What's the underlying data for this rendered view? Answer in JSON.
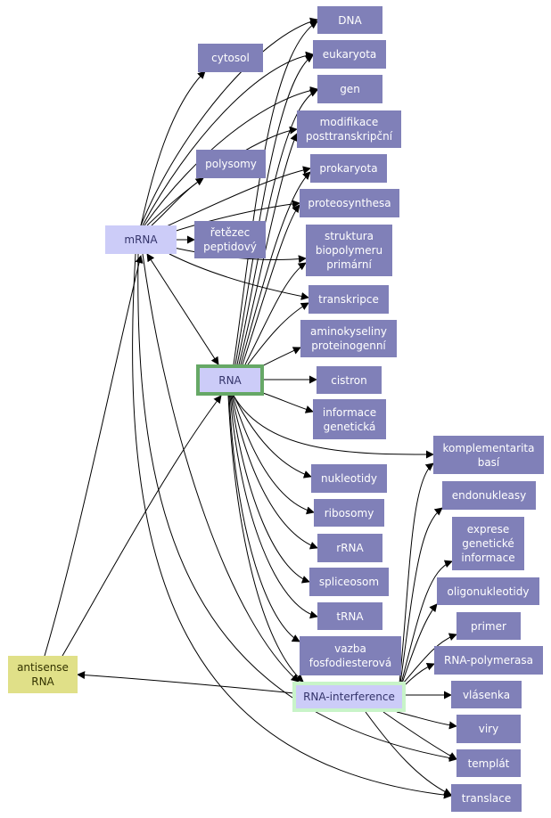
{
  "colors": {
    "concept": "#8080b8",
    "main": "#ccccf8",
    "focus_border": "#66a866",
    "focus2_border": "#c8f4c8",
    "antisense": "#e0e088",
    "edge": "#000000"
  },
  "nodes": {
    "mrna": "mRNA",
    "rna": "RNA",
    "rnai": "RNA-interference",
    "antisense": "antisense\nRNA",
    "cytosol": "cytosol",
    "polysomy": "polysomy",
    "retezec": "řetězec\npeptidový",
    "dna": "DNA",
    "eukaryota": "eukaryota",
    "gen": "gen",
    "modifikace": "modifikace\nposttranskripční",
    "prokaryota": "prokaryota",
    "proteosynthesa": "proteosynthesa",
    "struktura": "struktura\nbiopolymeru\nprimární",
    "transkripce": "transkripce",
    "aminokyseliny": "aminokyseliny\nproteinogenní",
    "cistron": "cistron",
    "informace": "informace\ngenetická",
    "komplementarita": "komplementarita\nbasí",
    "nukleotidy": "nukleotidy",
    "ribosomy": "ribosomy",
    "rrna": "rRNA",
    "spliceosom": "spliceosom",
    "trna": "tRNA",
    "vazba": "vazba\nfosfodiesterová",
    "endonukleasy": "endonukleasy",
    "exprese": "exprese\ngenetické\ninformace",
    "oligonukleotidy": "oligonukleotidy",
    "primer": "primer",
    "rnapolymerasa": "RNA-polymerasa",
    "vlasenka": "vlásenka",
    "viry": "viry",
    "templat": "templát",
    "translace": "translace"
  }
}
